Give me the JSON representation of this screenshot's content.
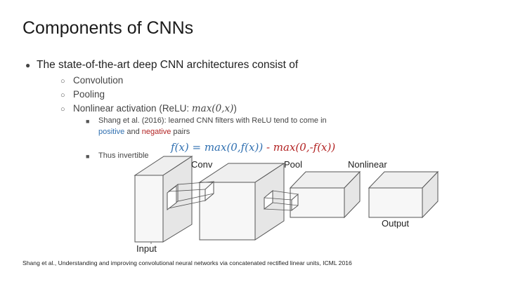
{
  "slide": {
    "title": "Components of CNNs",
    "main_bullet": "The state-of-the-art deep CNN architectures consist of",
    "sub_bullets": {
      "conv": "Convolution",
      "pool": "Pooling",
      "nonlin_prefix": "Nonlinear activation (ReLU: ",
      "nonlin_math": "max(0,x)",
      "nonlin_suffix": ")"
    },
    "nested": {
      "shang_text_1": "Shang et al. (2016): learned CNN filters with ReLU tend to come in",
      "positive": "positive",
      "and": " and ",
      "negative": "negative",
      "pairs": " pairs",
      "invertible": "Thus invertible"
    },
    "formula": {
      "lhs": "f(x) = ",
      "pos_part": "max(0,f(x))",
      "minus": " - ",
      "neg_part": "max(0,-f(x))"
    },
    "diagram": {
      "conv": "Conv",
      "pool": "Pool",
      "nonlinear": "Nonlinear",
      "output": "Output",
      "input": "Input"
    },
    "citation": "Shang et al., Understanding and improving convolutional neural networks via concatenated rectified linear units, ICML 2016"
  },
  "colors": {
    "positive": "#2f6fb0",
    "negative": "#b22222",
    "cube_face": "#f6f6f6",
    "cube_side": "#e6e6e6"
  },
  "icons": {
    "level1": "filled-circle-bullet",
    "level2": "hollow-circle-bullet",
    "level3": "square-bullet"
  }
}
